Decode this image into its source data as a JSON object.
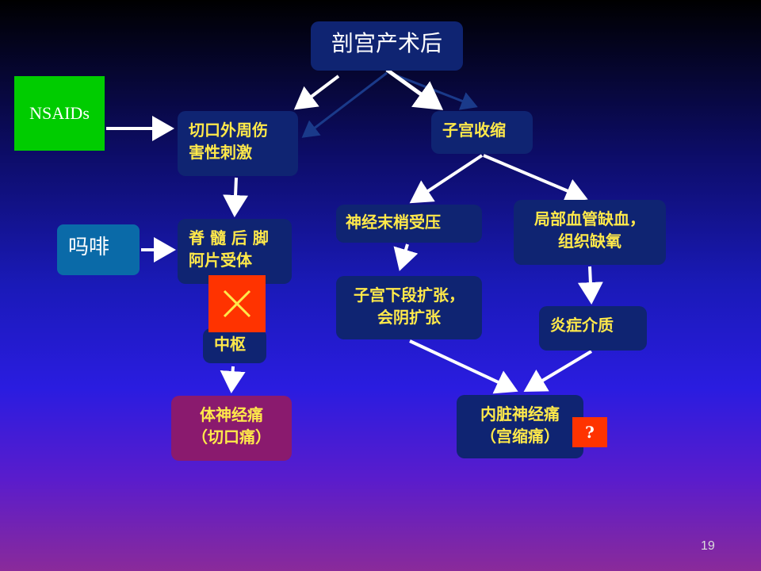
{
  "nodes": {
    "root": "剖宫产术后",
    "nsaids": "NSAIDs",
    "incision_1": "切口外周伤",
    "incision_2": "害性刺激",
    "contraction": "子宫收缩",
    "morphine": "吗啡",
    "spinal_1": "脊 髓 后 脚",
    "spinal_2": "阿片受体",
    "center": "中枢",
    "somatic_1": "体神经痛",
    "somatic_2": "（切口痛）",
    "nerve_pressure": "神经末梢受压",
    "ischemia_1": "局部血管缺血，",
    "ischemia_2": "组织缺氧",
    "dilation_1": "子宫下段扩张，",
    "dilation_2": "会阴扩张",
    "inflammation": "炎症介质",
    "visceral_1": "内脏神经痛",
    "visceral_2": "（宫缩痛）",
    "question": "?"
  },
  "page_number": "19",
  "colors": {
    "box": "#0f2472",
    "box_text": "#ffe94a",
    "nsaids_bg": "#00cc00",
    "morphine_bg": "#0a6aa8",
    "block_red": "#ff3300",
    "somatic_bg": "#8a1a6e",
    "arrow": "#ffffff"
  },
  "icons": [
    "cross-mark-icon",
    "question-mark-icon"
  ]
}
